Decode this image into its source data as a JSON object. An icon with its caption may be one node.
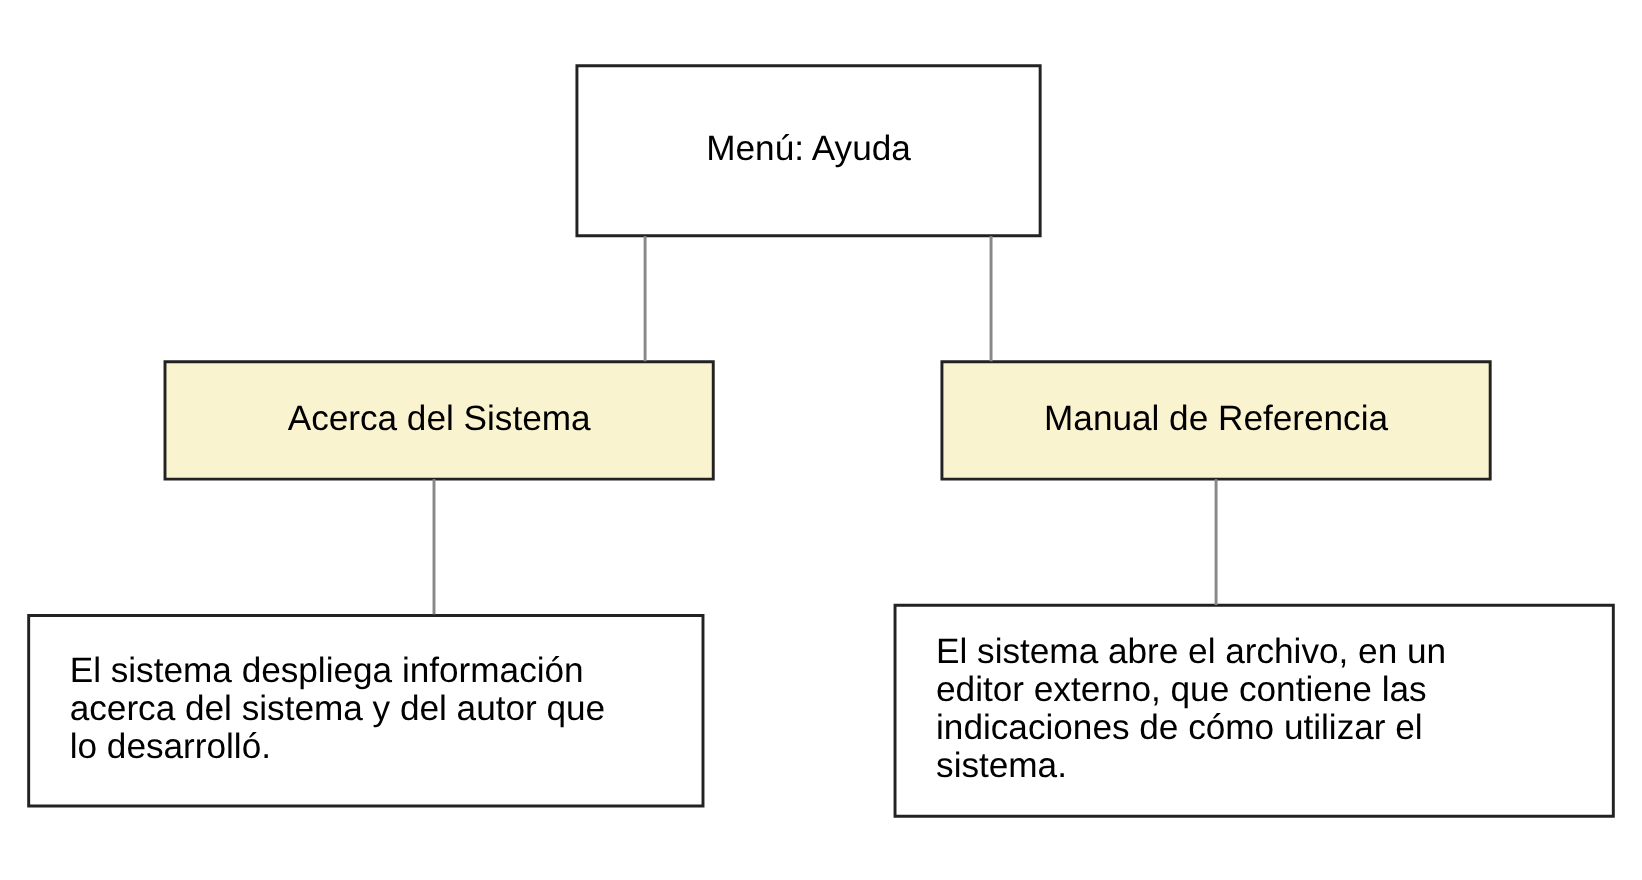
{
  "diagram": {
    "nodes": [
      {
        "text": [
          "Menú: Ayuda"
        ]
      },
      {
        "text": [
          "Acerca del Sistema"
        ]
      },
      {
        "text": [
          "Manual de Referencia"
        ]
      },
      {
        "text": [
          "El sistema despliega información acerca del sistema y del autor que lo desarrolló."
        ]
      },
      {
        "text": [
          "El sistema abre el archivo, en un editor externo, que contiene las indicaciones de cómo utilizar el sistema."
        ]
      }
    ],
    "edges": [
      {
        "from": 0,
        "to": 1,
        "arrow": "none"
      },
      {
        "from": 0,
        "to": 2,
        "arrow": "none"
      },
      {
        "from": 1,
        "to": 3,
        "arrow": "none"
      },
      {
        "from": 2,
        "to": 4,
        "arrow": "none"
      }
    ]
  }
}
